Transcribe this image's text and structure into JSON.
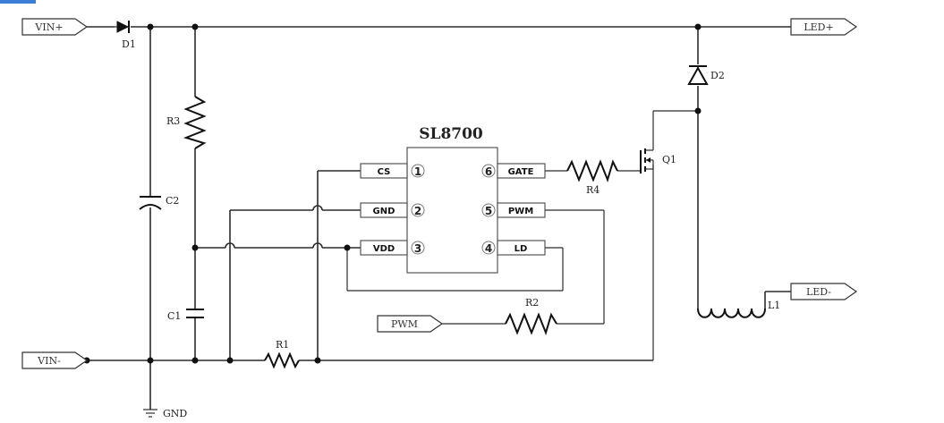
{
  "ic": {
    "name": "SL8700",
    "pins": [
      {
        "num": "1",
        "label": "CS"
      },
      {
        "num": "2",
        "label": "GND"
      },
      {
        "num": "3",
        "label": "VDD"
      },
      {
        "num": "4",
        "label": "LD"
      },
      {
        "num": "5",
        "label": "PWM"
      },
      {
        "num": "6",
        "label": "GATE"
      }
    ]
  },
  "ports": {
    "vin_plus": "VIN+",
    "vin_minus": "VIN-",
    "led_plus": "LED+",
    "led_minus": "LED-",
    "pwm": "PWM",
    "gnd": "GND"
  },
  "components": {
    "d1": "D1",
    "d2": "D2",
    "r1": "R1",
    "r2": "R2",
    "r3": "R3",
    "r4": "R4",
    "c1": "C1",
    "c2": "C2",
    "q1": "Q1",
    "l1": "L1"
  },
  "colors": {
    "accent_tab": "#3d7fd6",
    "wire": "#2b2b2b"
  }
}
